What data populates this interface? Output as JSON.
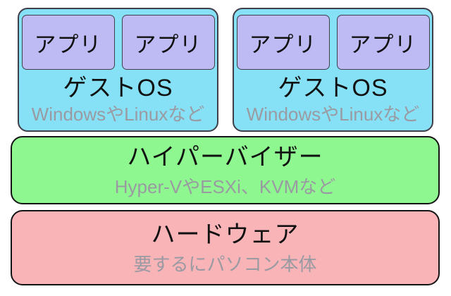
{
  "diagram": {
    "name": "virtualization-stack-diagram",
    "colors": {
      "guest_fill": "#87E1F6",
      "app_fill": "#BDBAF4",
      "hypervisor_fill": "#8FF78F",
      "hardware_fill": "#F9B4B8",
      "box_border": "#3F3F4A",
      "border_dark": "#141414",
      "title_text": "#111111",
      "subtitle_text": "#9A9AA2"
    },
    "guests": [
      {
        "title": "ゲストOS",
        "subtitle": "WindowsやLinuxなど",
        "apps": [
          {
            "label": "アプリ"
          },
          {
            "label": "アプリ"
          }
        ]
      },
      {
        "title": "ゲストOS",
        "subtitle": "WindowsやLinuxなど",
        "apps": [
          {
            "label": "アプリ"
          },
          {
            "label": "アプリ"
          }
        ]
      }
    ],
    "layers": [
      {
        "title": "ハイパーバイザー",
        "subtitle": "Hyper-VやESXi、KVMなど"
      },
      {
        "title": "ハードウェア",
        "subtitle": "要するにパソコン本体"
      }
    ]
  }
}
